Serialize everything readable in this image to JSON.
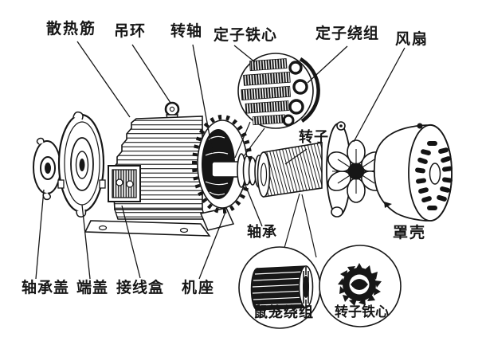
{
  "diagram": {
    "subject": "exploded-view-of-electric-motor",
    "labels": {
      "heat_fins": "散热筋",
      "lifting_ring": "吊环",
      "shaft": "转轴",
      "stator_core": "定子铁心",
      "stator_winding": "定子绕组",
      "fan": "风扇",
      "rotor": "转子",
      "bearing": "轴承",
      "shell": "罩壳",
      "bearing_cover": "轴承盖",
      "end_cover": "端盖",
      "junction_box": "接线盒",
      "frame": "机座",
      "cage_winding": "鼠笼绕组",
      "rotor_core": "转子铁心"
    },
    "colors": {
      "ink": "#161616",
      "paper": "#ffffff"
    }
  }
}
